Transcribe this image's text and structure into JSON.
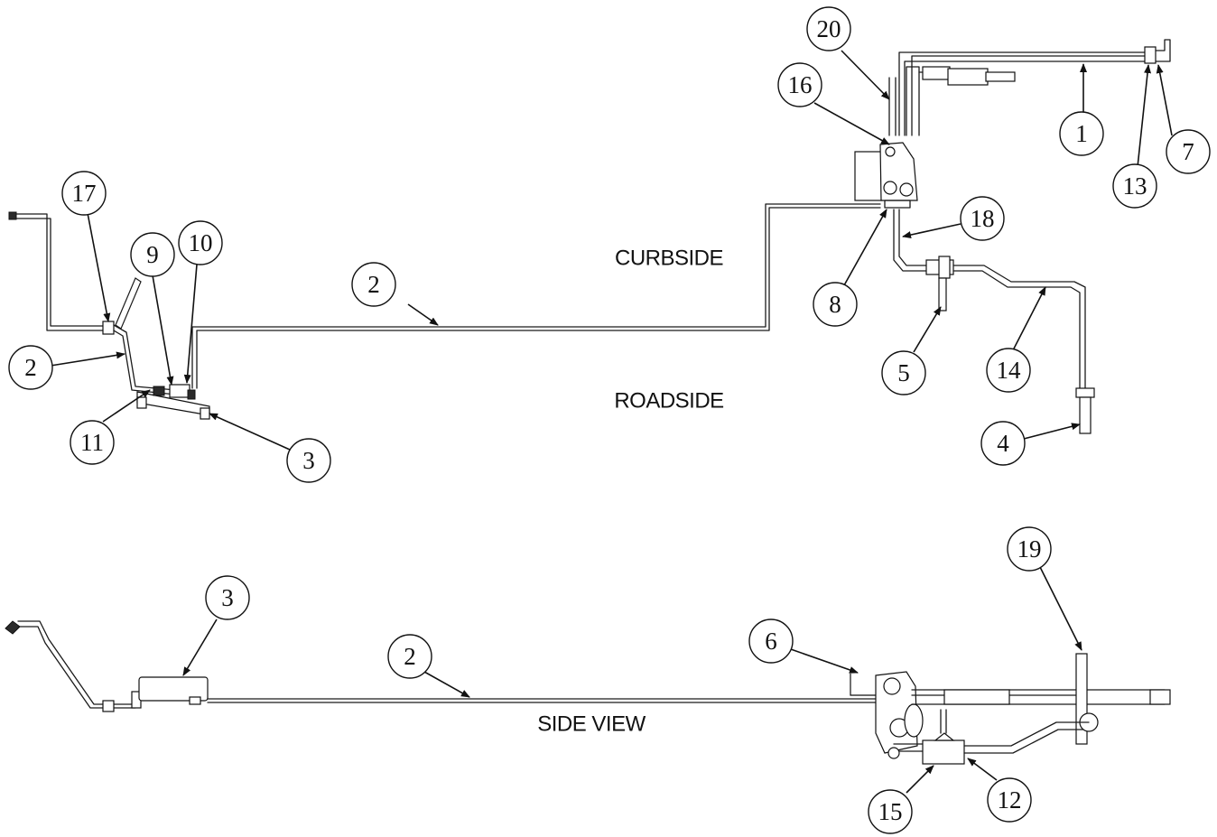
{
  "labels": {
    "curbside": "CURBSIDE",
    "roadside": "ROADSIDE",
    "side_view": "SIDE VIEW"
  },
  "callouts": {
    "top_1": "1",
    "top_2_main": "2",
    "top_2_left": "2",
    "top_3": "3",
    "top_4": "4",
    "top_5": "5",
    "top_7": "7",
    "top_8": "8",
    "top_9": "9",
    "top_10": "10",
    "top_11": "11",
    "top_13": "13",
    "top_14": "14",
    "top_16": "16",
    "top_17": "17",
    "top_18": "18",
    "top_20": "20",
    "side_2": "2",
    "side_3": "3",
    "side_6": "6",
    "side_12": "12",
    "side_15": "15",
    "side_19": "19"
  }
}
